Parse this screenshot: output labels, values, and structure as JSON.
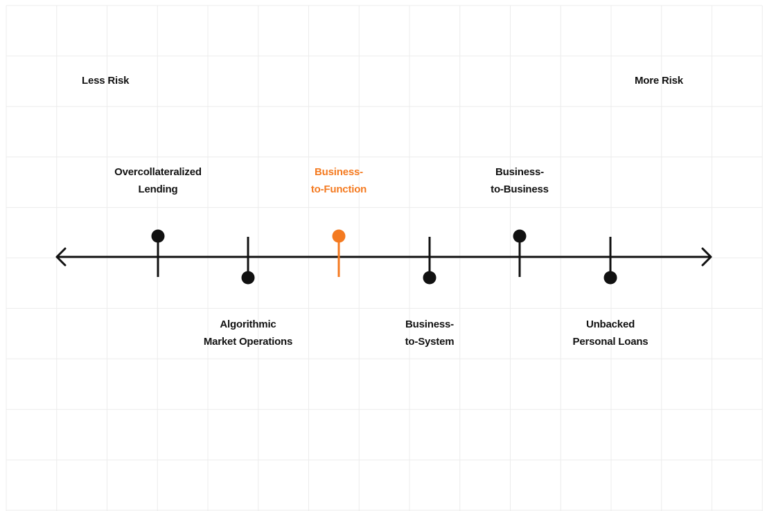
{
  "colors": {
    "axis": "#111111",
    "highlight": "#f47a20",
    "grid": "#ececec"
  },
  "ends": {
    "left": "Less Risk",
    "right": "More Risk"
  },
  "items": [
    {
      "line1": "Overcollateralized",
      "line2": "Lending",
      "position": "above",
      "highlight": false
    },
    {
      "line1": "Algorithmic",
      "line2": "Market Operations",
      "position": "below",
      "highlight": false
    },
    {
      "line1": "Business-",
      "line2": "to-Function",
      "position": "above",
      "highlight": true
    },
    {
      "line1": "Business-",
      "line2": "to-System",
      "position": "below",
      "highlight": false
    },
    {
      "line1": "Business-",
      "line2": "to-Business",
      "position": "above",
      "highlight": false
    },
    {
      "line1": "Unbacked",
      "line2": "Personal Loans",
      "position": "below",
      "highlight": false
    }
  ]
}
